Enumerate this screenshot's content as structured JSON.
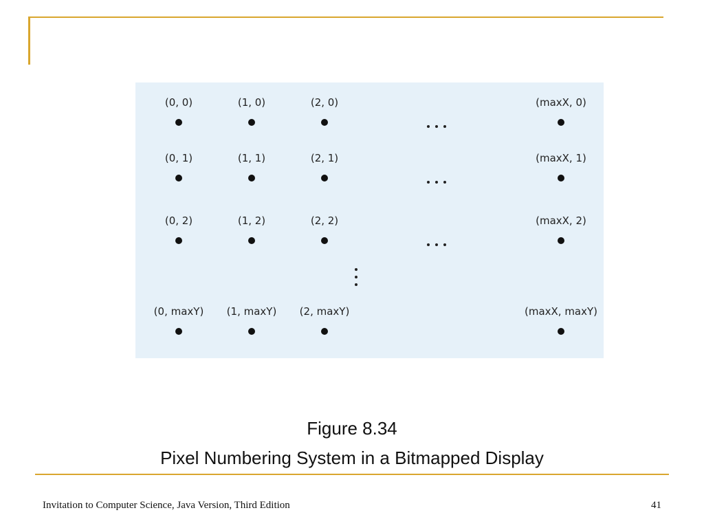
{
  "figure": {
    "rows": [
      [
        "(0, 0)",
        "(1, 0)",
        "(2, 0)",
        "(maxX, 0)"
      ],
      [
        "(0, 1)",
        "(1, 1)",
        "(2, 1)",
        "(maxX, 1)"
      ],
      [
        "(0, 2)",
        "(1, 2)",
        "(2, 2)",
        "(maxX, 2)"
      ],
      [
        "(0, maxY)",
        "(1, maxY)",
        "(2, maxY)",
        "(maxX, maxY)"
      ]
    ]
  },
  "caption": {
    "number": "Figure 8.34",
    "title": "Pixel Numbering System in a Bitmapped Display"
  },
  "footer": {
    "text": "Invitation to Computer Science, Java Version, Third Edition",
    "page": "41"
  },
  "colors": {
    "accent": "#d9a62e",
    "panel": "#e6f1f9"
  }
}
